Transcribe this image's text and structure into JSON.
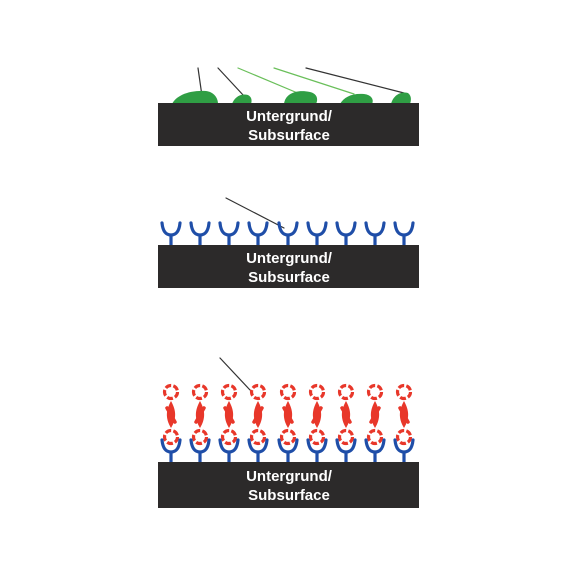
{
  "colors": {
    "background": "#ffffff",
    "subsurface": "#2c2a2a",
    "label_text": "#ffffff",
    "coating": "#2f9e44",
    "anchor": "#1f4ea8",
    "molecule": "#e8372a",
    "leader_line": "#333333",
    "leader_line_light": "#6abf5a"
  },
  "panels": [
    {
      "id": "uneven-coating",
      "label_line1": "Untergrund/",
      "label_line2": "Subsurface",
      "icon": "irregular-green-deposits"
    },
    {
      "id": "anchor-layer",
      "label_line1": "Untergrund/",
      "label_line2": "Subsurface",
      "icon": "blue-y-anchors"
    },
    {
      "id": "bonded-layer",
      "label_line1": "Untergrund/",
      "label_line2": "Subsurface",
      "icon": "red-ring-molecules-on-anchors"
    }
  ]
}
